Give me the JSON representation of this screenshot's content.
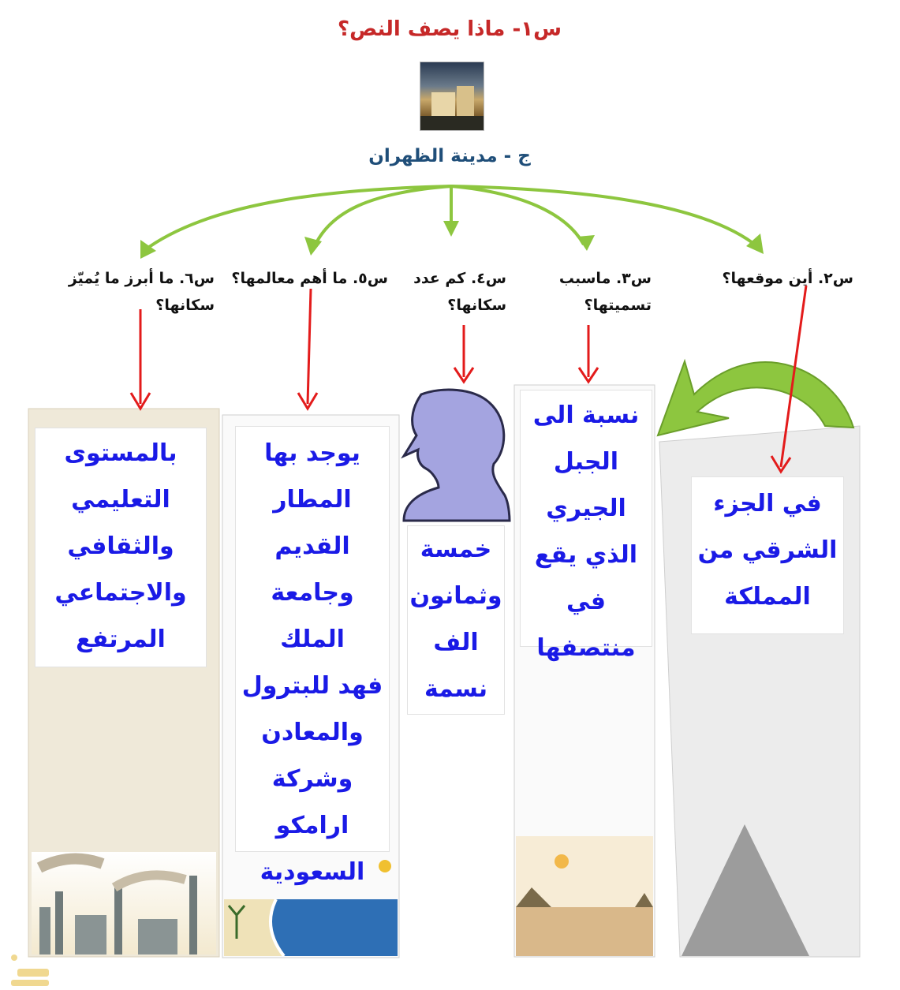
{
  "question_1": "س١- ماذا يصف النص؟",
  "answer_1": "ج - مدينة الظهران",
  "branches": [
    {
      "question": "س٢. أين موقعها؟",
      "answer_lines": [
        "في الجزء",
        "الشرقي من",
        "المملكة"
      ]
    },
    {
      "question_lines": [
        "س٣. ماسبب",
        "تسميتها؟"
      ],
      "answer_lines": [
        "نسبة الى",
        "الجبل",
        "الجيري",
        "الذي يقع",
        "في منتصفها"
      ]
    },
    {
      "question_lines": [
        "س٤. كم عدد",
        "سكانها؟"
      ],
      "answer_lines": [
        "خمسة",
        "وثمانون",
        "الف",
        "نسمة"
      ]
    },
    {
      "question": "س٥. ما أهم معالمها؟",
      "answer_lines": [
        "يوجد بها",
        "المطار",
        "القديم",
        "وجامعة الملك",
        "فهد للبترول",
        "والمعادن",
        "وشركة",
        "ارامكو",
        "السعودية"
      ]
    },
    {
      "question_lines": [
        "س٦. ما أبرز ما يُميّز",
        "سكانها؟"
      ],
      "answer_lines": [
        "بالمستوى",
        "التعليمي",
        "والثقافي",
        "والاجتماعي",
        "المرتفع"
      ]
    }
  ],
  "colors": {
    "question_red": "#c62828",
    "answer_navy": "#1f4e79",
    "answer_text_blue": "#1a1ae6",
    "green_arrow": "#8dc63f",
    "red_arrow": "#e31b1b",
    "head_icon": "#a4a4e0"
  }
}
